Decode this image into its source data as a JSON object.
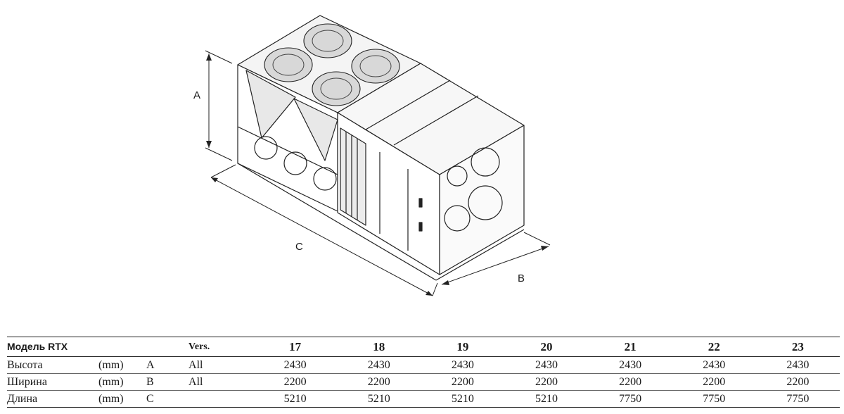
{
  "drawing": {
    "dimension_labels": {
      "height": "A",
      "width": "B",
      "length": "C"
    }
  },
  "table": {
    "header": {
      "model": "Модель RTX",
      "vers": "Vers.",
      "sizes": [
        "17",
        "18",
        "19",
        "20",
        "21",
        "22",
        "23"
      ]
    },
    "rows": [
      {
        "name": "Высота",
        "unit": "(mm)",
        "letter": "A",
        "vers": "All",
        "values": [
          "2430",
          "2430",
          "2430",
          "2430",
          "2430",
          "2430",
          "2430"
        ]
      },
      {
        "name": "Ширина",
        "unit": "(mm)",
        "letter": "B",
        "vers": "All",
        "values": [
          "2200",
          "2200",
          "2200",
          "2200",
          "2200",
          "2200",
          "2200"
        ]
      },
      {
        "name": "Длина",
        "unit": "(mm)",
        "letter": "C",
        "vers": "",
        "values": [
          "5210",
          "5210",
          "5210",
          "5210",
          "7750",
          "7750",
          "7750"
        ]
      }
    ]
  }
}
